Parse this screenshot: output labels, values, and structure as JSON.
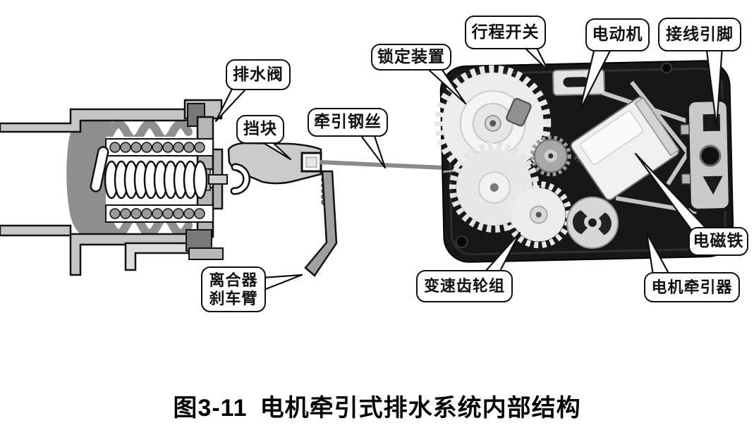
{
  "caption": {
    "figure_no": "图3-11",
    "text": "电机牵引式排水系统内部结构"
  },
  "callouts": {
    "drain_valve": "排水阀",
    "stop_block": "挡块",
    "traction_wire": "牵引钢丝",
    "locking_device": "锁定装置",
    "travel_switch": "行程开关",
    "motor": "电动机",
    "terminal_pins": "接线引脚",
    "electromagnet": "电磁铁",
    "motor_tractor": "电机牵引器",
    "gear_set": "变速齿轮组",
    "clutch_brake_arm_line1": "离合器",
    "clutch_brake_arm_line2": "刹车臂"
  },
  "colors": {
    "outline": "#111111",
    "mid_gray": "#8f8f8f",
    "light_gray": "#c6c6c6",
    "case_black": "#171717",
    "background": "#ffffff"
  }
}
